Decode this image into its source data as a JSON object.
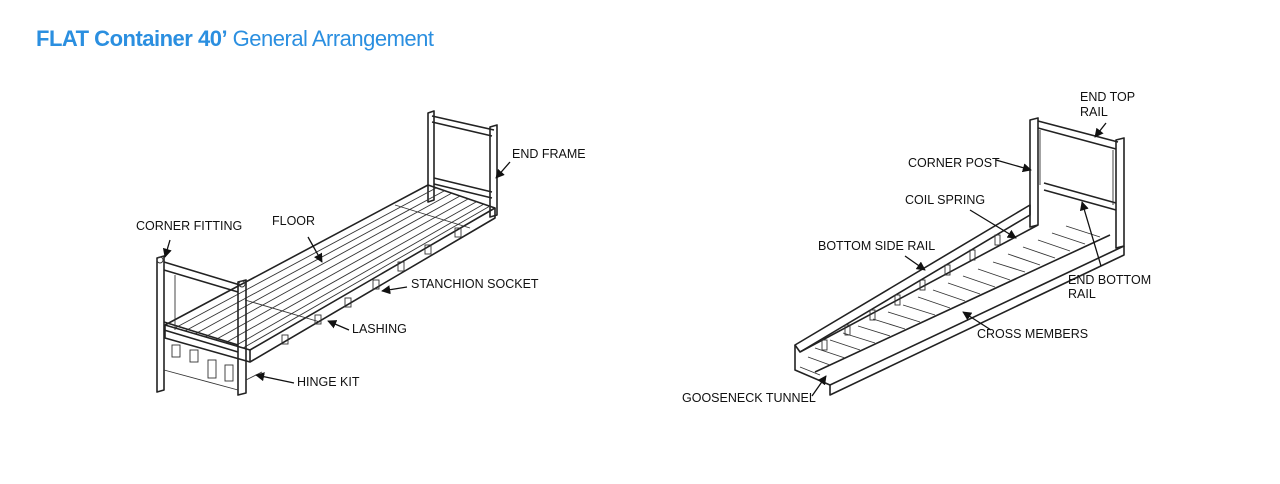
{
  "title": {
    "bold": "FLAT Container 40’",
    "light": " General Arrangement",
    "color": "#2b8fe0"
  },
  "left_diagram": {
    "labels": {
      "end_frame": "END FRAME",
      "corner_fitting": "CORNER FITTING",
      "floor": "FLOOR",
      "stanchion_socket": "STANCHION SOCKET",
      "lashing": "LASHING",
      "hinge_kit": "HINGE KIT"
    }
  },
  "right_diagram": {
    "labels": {
      "end_top_rail_1": "END TOP",
      "end_top_rail_2": "RAIL",
      "corner_post": "CORNER POST",
      "coil_spring": "COIL SPRING",
      "bottom_side_rail": "BOTTOM SIDE RAIL",
      "end_bottom_rail_1": "END BOTTOM",
      "end_bottom_rail_2": "RAIL",
      "cross_members": "CROSS MEMBERS",
      "gooseneck_tunnel": "GOOSENECK TUNNEL"
    }
  }
}
